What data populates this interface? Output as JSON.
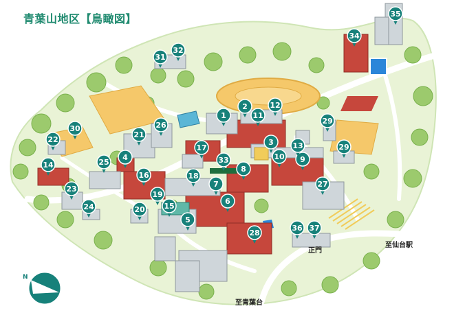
{
  "page_title": "青葉山地区【鳥瞰図】",
  "labels": {
    "to_sendai_station": "至仙台駅",
    "main_gate": "正門",
    "to_aobadai": "至青葉台"
  },
  "colors": {
    "title": "#1f8a6f",
    "pin": "#17817a",
    "pin_text": "#ffffff",
    "campus_ground": "#e9f3d6",
    "tree": "#9cca6d",
    "tree_dark": "#79b04c",
    "road": "#ffffff",
    "building_wall": "#c6473c",
    "building_roof": "#cfd6da",
    "field": "#f5c86a",
    "pool": "#2b86d9"
  },
  "markers": [
    "1",
    "2",
    "3",
    "4",
    "5",
    "6",
    "7",
    "8",
    "9",
    "10",
    "11",
    "12",
    "13",
    "14",
    "15",
    "16",
    "17",
    "18",
    "19",
    "20",
    "21",
    "22",
    "23",
    "24",
    "25",
    "26",
    "27",
    "28",
    "29",
    "29",
    "30",
    "31",
    "32",
    "33",
    "34",
    "35",
    "36",
    "37"
  ]
}
